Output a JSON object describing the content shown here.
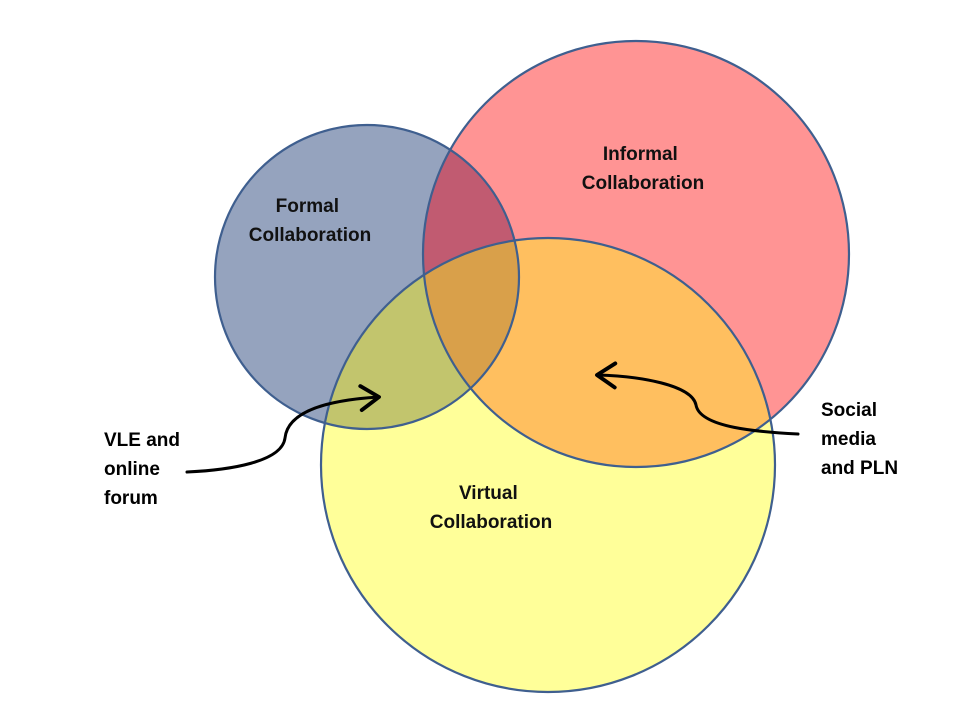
{
  "title": "Formal, Informal and Virtual Collaboration Venn Diagram",
  "sets": [
    {
      "id": "formal",
      "lines": [
        "Formal",
        "Collaboration"
      ],
      "color": "#95a3be"
    },
    {
      "id": "informal",
      "lines": [
        "Informal",
        "Collaboration"
      ],
      "color": "#ff9494"
    },
    {
      "id": "virtual",
      "lines": [
        "Virtual",
        "Collaboration"
      ],
      "color": "#ffff99"
    }
  ],
  "overlaps": {
    "formal_informal": "#c15b71",
    "informal_virtual": "#ffbf5f",
    "formal_virtual": "#c2c56d",
    "all": "#d9a04a"
  },
  "outline_color": "#3f5f8f",
  "annotations": [
    {
      "id": "vle",
      "lines": [
        "VLE and",
        "online",
        "forum"
      ],
      "points_to": "formal_virtual"
    },
    {
      "id": "social",
      "lines": [
        "Social",
        "media",
        "and PLN"
      ],
      "points_to": "informal_virtual"
    }
  ]
}
